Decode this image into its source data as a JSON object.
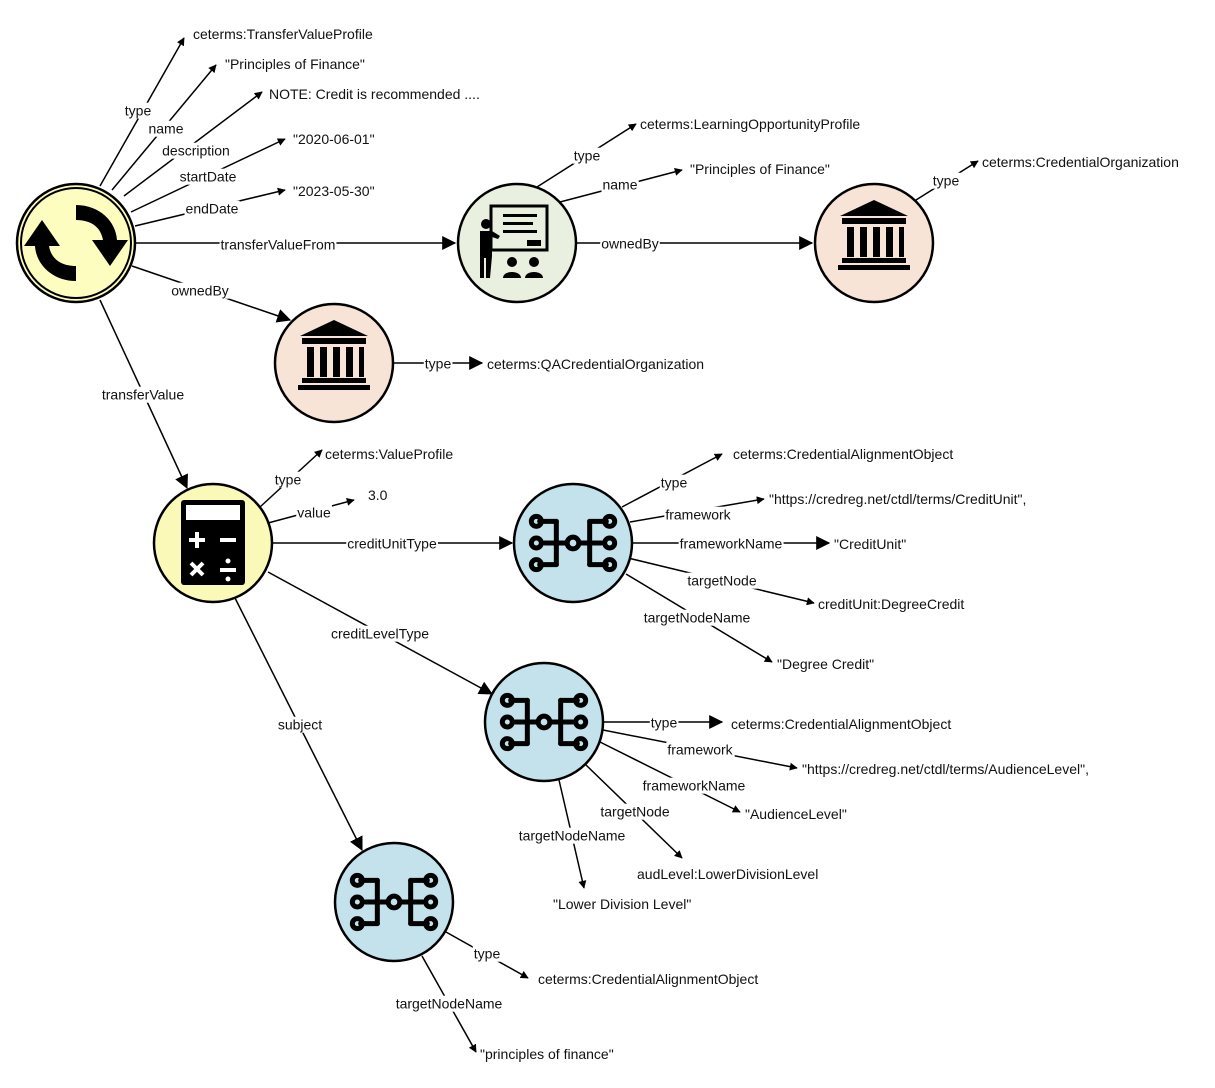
{
  "colors": {
    "root_fill": "#fdfdc0",
    "root_ring": "#22cc22",
    "learning_fill": "#eaf0df",
    "org_fill": "#f8e4d6",
    "value_fill": "#fbf9b8",
    "alignment_fill": "#c3e2ec"
  },
  "nodes": {
    "root": {
      "icon": "transfer-cycle-icon"
    },
    "learning": {
      "icon": "classroom-teacher-icon"
    },
    "org_owner": {
      "icon": "institution-building-icon"
    },
    "qa_org": {
      "icon": "institution-building-icon"
    },
    "value_profile": {
      "icon": "calculator-icon"
    },
    "align_credit_unit": {
      "icon": "alignment-network-icon"
    },
    "align_credit_level": {
      "icon": "alignment-network-icon"
    },
    "align_subject": {
      "icon": "alignment-network-icon"
    }
  },
  "edges": {
    "root_type": "type",
    "root_name": "name",
    "root_description": "description",
    "root_start": "startDate",
    "root_end": "endDate",
    "root_from": "transferValueFrom",
    "root_owned": "ownedBy",
    "root_value": "transferValue",
    "lo_type": "type",
    "lo_name": "name",
    "lo_owned": "ownedBy",
    "org_type": "type",
    "qa_type": "type",
    "vp_type": "type",
    "vp_value": "value",
    "vp_cut": "creditUnitType",
    "vp_clt": "creditLevelType",
    "vp_subject": "subject",
    "cu_type": "type",
    "cu_framework": "framework",
    "cu_framework_name": "frameworkName",
    "cu_target": "targetNode",
    "cu_target_name": "targetNodeName",
    "cl_type": "type",
    "cl_framework": "framework",
    "cl_framework_name": "frameworkName",
    "cl_target": "targetNode",
    "cl_target_name": "targetNodeName",
    "sb_type": "type",
    "sb_target_name": "targetNodeName"
  },
  "values": {
    "root_type": "ceterms:TransferValueProfile",
    "root_name": "\"Principles of Finance\"",
    "root_description": "NOTE: Credit is recommended ....",
    "root_start": "\"2020-06-01\"",
    "root_end": "\"2023-05-30\"",
    "lo_type": "ceterms:LearningOpportunityProfile",
    "lo_name": "\"Principles of Finance\"",
    "org_type": "ceterms:CredentialOrganization",
    "qa_type": "ceterms:QACredentialOrganization",
    "vp_type": "ceterms:ValueProfile",
    "vp_value": "3.0",
    "cu_type": "ceterms:CredentialAlignmentObject",
    "cu_framework": "\"https://credreg.net/ctdl/terms/CreditUnit\",",
    "cu_framework_name": "\"CreditUnit\"",
    "cu_target": "creditUnit:DegreeCredit",
    "cu_target_name": "\"Degree Credit\"",
    "cl_type": "ceterms:CredentialAlignmentObject",
    "cl_framework": "\"https://credreg.net/ctdl/terms/AudienceLevel\",",
    "cl_framework_name": "\"AudienceLevel\"",
    "cl_target": "audLevel:LowerDivisionLevel",
    "cl_target_name": "\"Lower Division Level\"",
    "sb_type": "ceterms:CredentialAlignmentObject",
    "sb_target_name": "\"principles of finance\""
  }
}
